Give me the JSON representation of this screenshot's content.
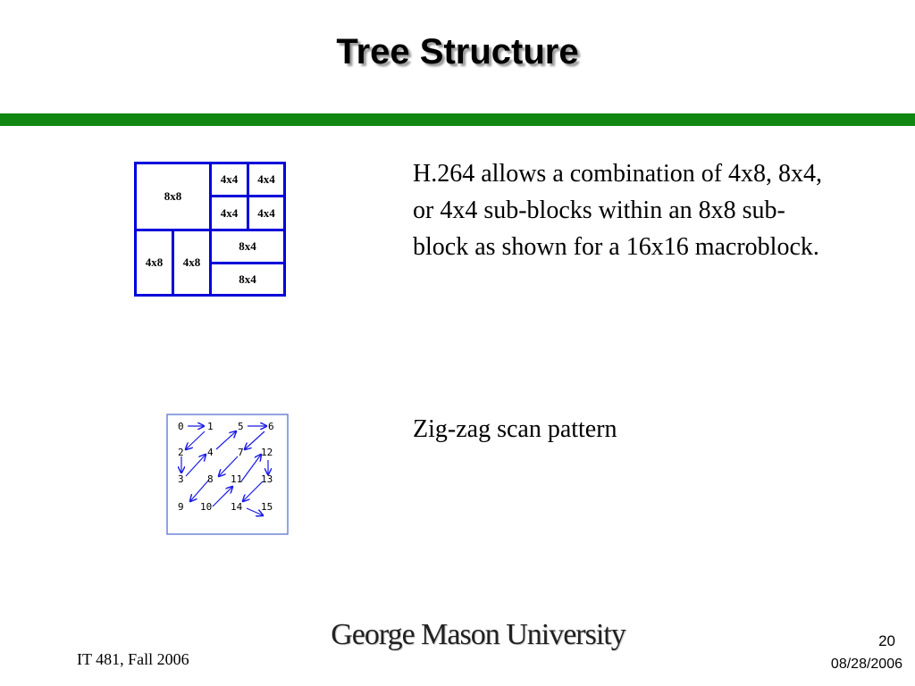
{
  "slide": {
    "title": "Tree Structure",
    "paragraph1": "H.264 allows a combination of 4x8, 8x4, or 4x4 sub-blocks within an 8x8 sub-block as shown for a 16x16 macroblock.",
    "paragraph2": "Zig-zag scan pattern"
  },
  "macroblock": {
    "labels": {
      "top_left": "8x8",
      "tr_1": "4x4",
      "tr_2": "4x4",
      "tr_3": "4x4",
      "tr_4": "4x4",
      "bl_1": "4x8",
      "bl_2": "4x8",
      "br_1": "8x4",
      "br_2": "8x4"
    },
    "border_color": "#0000d9"
  },
  "zigzag": {
    "numbers": [
      "0",
      "1",
      "5",
      "6",
      "2",
      "4",
      "7",
      "12",
      "3",
      "8",
      "11",
      "13",
      "9",
      "10",
      "14",
      "15"
    ],
    "arrow_color": "#1a1ae6"
  },
  "footer": {
    "logo_text": "George Mason University",
    "course": "IT 481, Fall 2006",
    "page_number": "20",
    "date": "08/28/2006"
  },
  "colors": {
    "rule": "#118711"
  }
}
